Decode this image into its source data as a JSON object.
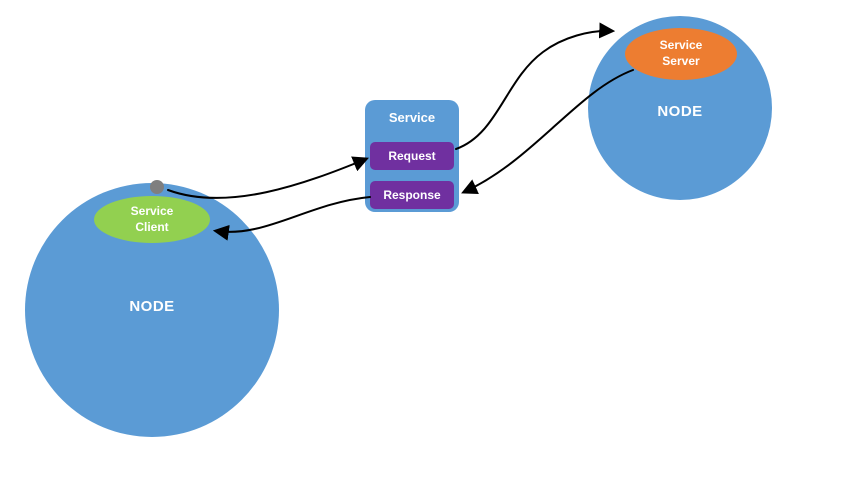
{
  "diagram": {
    "left_node": {
      "label": "NODE",
      "client_label": "Service\nClient",
      "has_connection_dot": true
    },
    "right_node": {
      "label": "NODE",
      "server_label": "Service\nServer"
    },
    "service_box": {
      "title": "Service",
      "request_label": "Request",
      "response_label": "Response"
    },
    "connections": [
      {
        "from": "service-client",
        "to": "request"
      },
      {
        "from": "request",
        "to": "service-server"
      },
      {
        "from": "service-server",
        "to": "response"
      },
      {
        "from": "response",
        "to": "service-client"
      }
    ],
    "colors": {
      "node_fill": "#5b9bd5",
      "client_fill": "#92d050",
      "server_fill": "#ed7d31",
      "service_fill": "#5b9bd5",
      "message_fill": "#7030a0",
      "dot_fill": "#7f7f7f",
      "arrow_color": "#000000",
      "label_color": "#ffffff",
      "background": "#ffffff"
    }
  }
}
